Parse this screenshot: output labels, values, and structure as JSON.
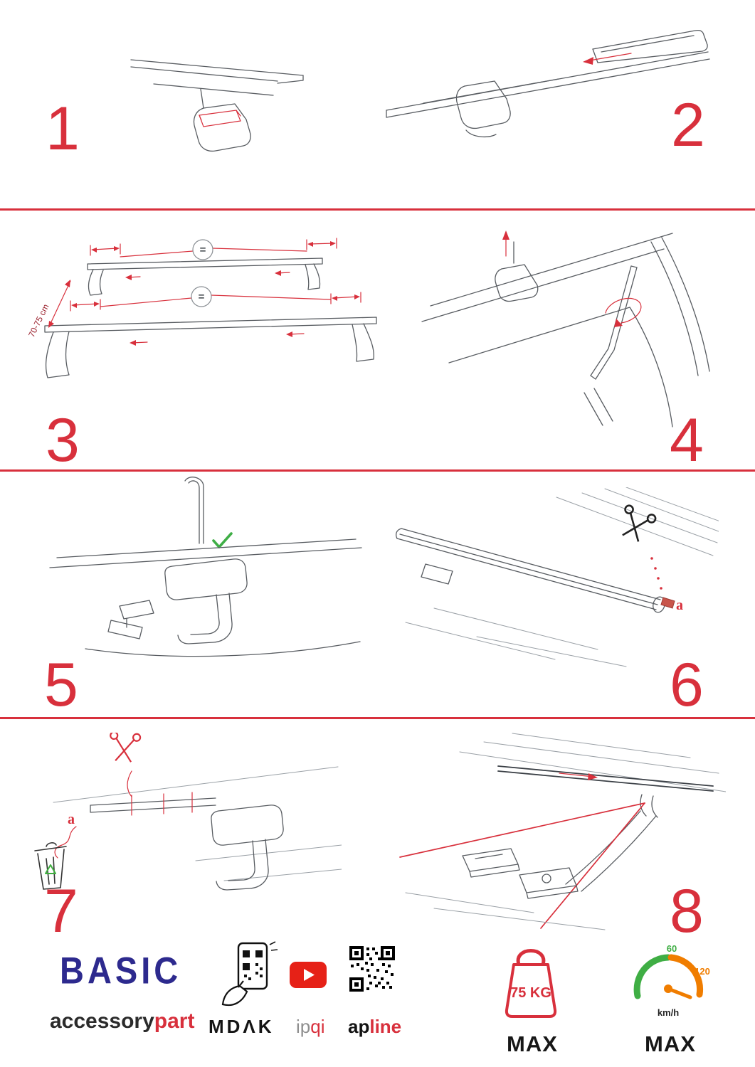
{
  "accent": "#d8303c",
  "steps": {
    "s1": {
      "number": "1"
    },
    "s2": {
      "number": "2"
    },
    "s3": {
      "number": "3",
      "dimension": "70-75 cm",
      "equals": "="
    },
    "s4": {
      "number": "4"
    },
    "s5": {
      "number": "5"
    },
    "s6": {
      "number": "6",
      "label": "a"
    },
    "s7": {
      "number": "7",
      "label": "a"
    },
    "s8": {
      "number": "8"
    }
  },
  "footer": {
    "brand_title": "BASIC",
    "brand_sub_1": "accessory",
    "brand_sub_2": "part",
    "app_1": "MDΛK",
    "app_2_gray": "ip",
    "app_2_red": "qi",
    "app_3_black": "ap",
    "app_3_red": "line",
    "weight_value": "75 KG",
    "weight_max": "MAX",
    "speed_low": "60",
    "speed_high": "120",
    "speed_unit": "km/h",
    "speed_max": "MAX"
  }
}
